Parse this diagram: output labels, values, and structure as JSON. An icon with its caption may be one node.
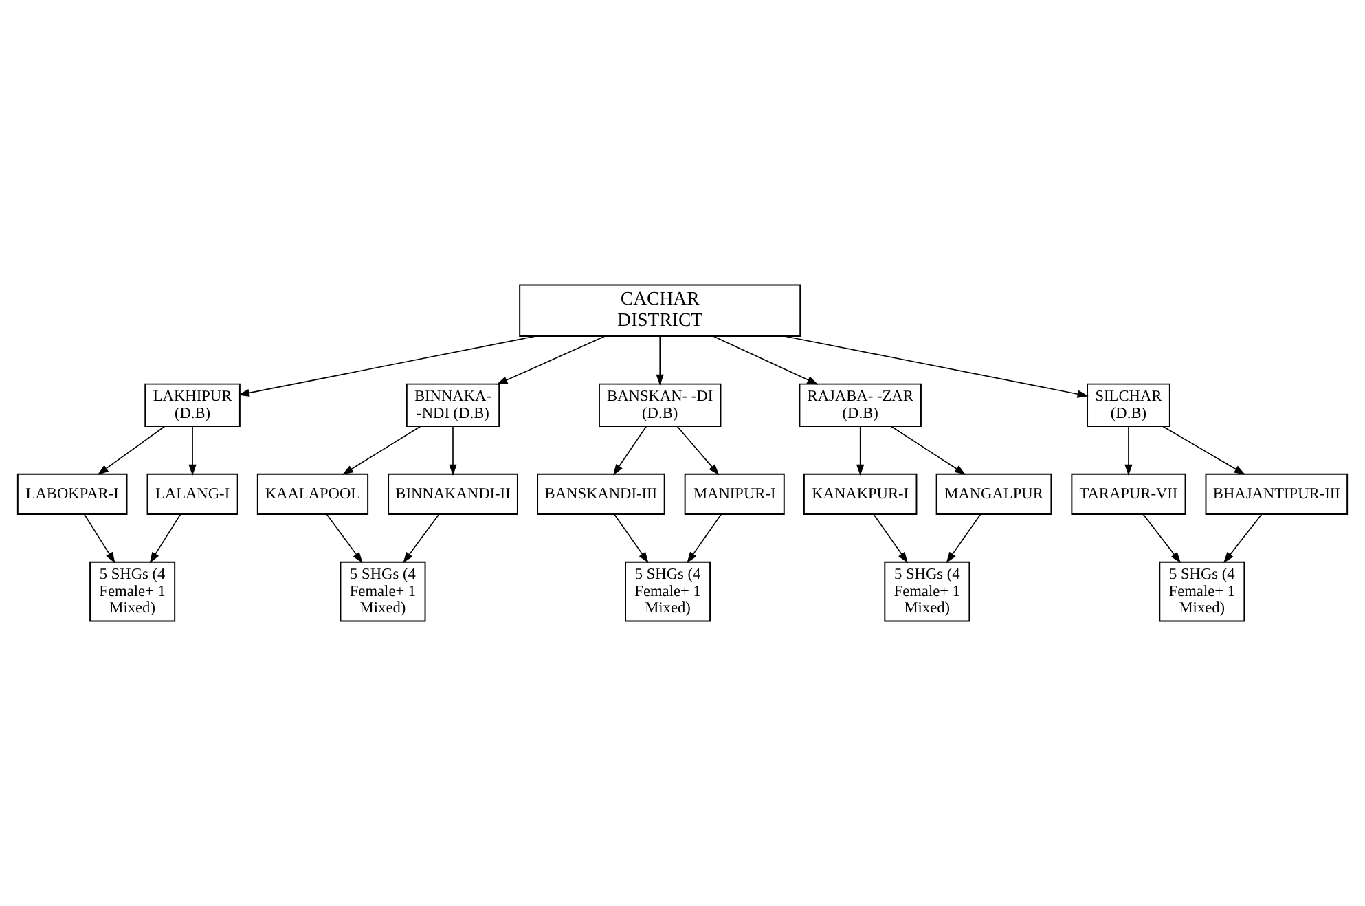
{
  "diagram": {
    "nodes": [
      {
        "text": [
          "CACHAR DISTRICT"
        ]
      },
      {
        "text": [
          "LAKHIPUR (D.B)"
        ]
      },
      {
        "text": [
          "BINNAKA- -NDI (D.B)"
        ]
      },
      {
        "text": [
          "BANSKAN- -DI (D.B)"
        ]
      },
      {
        "text": [
          "RAJABA- -ZAR (D.B)"
        ]
      },
      {
        "text": [
          "SILCHAR (D.B)"
        ]
      },
      {
        "text": [
          "LABOKPAR-I"
        ]
      },
      {
        "text": [
          "LALANG-I"
        ]
      },
      {
        "text": [
          "KAALAPOOL"
        ]
      },
      {
        "text": [
          "BINNAKANDI-II"
        ]
      },
      {
        "text": [
          "BANSKANDI-III"
        ]
      },
      {
        "text": [
          "MANIPUR-I"
        ]
      },
      {
        "text": [
          "KANAKPUR-I"
        ]
      },
      {
        "text": [
          "MANGALPUR"
        ]
      },
      {
        "text": [
          "TARAPUR-VII"
        ]
      },
      {
        "text": [
          "BHAJANTIPUR-III"
        ]
      },
      {
        "text": [
          "5 SHGs (4 Female+ 1 Mixed)"
        ]
      },
      {
        "text": [
          "5 SHGs (4 Female+ 1 Mixed)"
        ]
      },
      {
        "text": [
          "5 SHGs (4 Female+ 1 Mixed)"
        ]
      },
      {
        "text": [
          "5 SHGs (4 Female+ 1 Mixed)"
        ]
      },
      {
        "text": [
          "5 SHGs (4 Female+ 1 Mixed)"
        ]
      }
    ],
    "edges": [
      {
        "from": 0,
        "to": 1,
        "arrow": "to"
      },
      {
        "from": 0,
        "to": 2,
        "arrow": "to"
      },
      {
        "from": 0,
        "to": 3,
        "arrow": "to"
      },
      {
        "from": 0,
        "to": 4,
        "arrow": "to"
      },
      {
        "from": 0,
        "to": 5,
        "arrow": "to"
      },
      {
        "from": 1,
        "to": 6,
        "arrow": "to"
      },
      {
        "from": 1,
        "to": 7,
        "arrow": "to"
      },
      {
        "from": 2,
        "to": 8,
        "arrow": "to"
      },
      {
        "from": 2,
        "to": 9,
        "arrow": "to"
      },
      {
        "from": 3,
        "to": 10,
        "arrow": "to"
      },
      {
        "from": 3,
        "to": 11,
        "arrow": "to"
      },
      {
        "from": 4,
        "to": 12,
        "arrow": "to"
      },
      {
        "from": 4,
        "to": 13,
        "arrow": "to"
      },
      {
        "from": 5,
        "to": 14,
        "arrow": "to"
      },
      {
        "from": 5,
        "to": 15,
        "arrow": "to"
      },
      {
        "from": 6,
        "to": 16,
        "arrow": "to"
      },
      {
        "from": 7,
        "to": 16,
        "arrow": "to"
      },
      {
        "from": 8,
        "to": 17,
        "arrow": "to"
      },
      {
        "from": 9,
        "to": 17,
        "arrow": "to"
      },
      {
        "from": 10,
        "to": 18,
        "arrow": "to"
      },
      {
        "from": 11,
        "to": 18,
        "arrow": "to"
      },
      {
        "from": 12,
        "to": 19,
        "arrow": "to"
      },
      {
        "from": 13,
        "to": 19,
        "arrow": "to"
      },
      {
        "from": 14,
        "to": 20,
        "arrow": "to"
      },
      {
        "from": 15,
        "to": 20,
        "arrow": "to"
      }
    ]
  }
}
